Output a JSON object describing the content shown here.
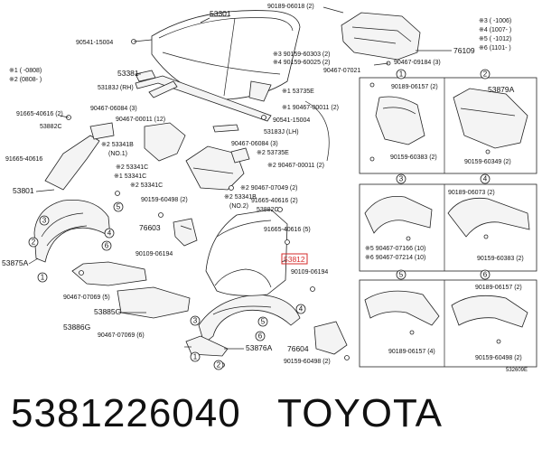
{
  "caption": {
    "part_number": "5381226040",
    "brand": "TOYOTA"
  },
  "labels": {
    "l53301": "53301",
    "l90189_06018": "90189-06018 (2)",
    "l90541_15004a": "90541-15004",
    "l53381": "53381",
    "l53183J_RH": "53183J (RH)",
    "l90467_06084_3": "90467-06084 (3)",
    "l90467_00011_12": "90467-00011 (12)",
    "l90159_60303": "※3 90159-60303 (2)",
    "l90159_60025": "※4 90159-60025 (2)",
    "l90467_07021": "90467-07021",
    "l90467_09184": "90467-09184 (3)",
    "l76109": "76109",
    "l53735E_1": "※1 53735E",
    "l90467_00011_2a": "※1 90467-00011 (2)",
    "l90541_15004b": "90541-15004",
    "l91665_40616_2a": "91665-40616 (2)",
    "l53882C_a": "53882C",
    "l53183J_LH": "53183J (LH)",
    "l90467_06084_3b": "90467-06084 (3)",
    "l53735E_2": "※2 53735E",
    "l90467_00011_2b": "※2 90467-00011 (2)",
    "l53341B": "※2 53341B",
    "l53341B_no1": "(NO.1)",
    "l53341C_a": "※2 53341C",
    "l53341C_b": "※1 53341C",
    "l53341C_c": "※2 53341C",
    "l91665_40616_b": "91665-40616",
    "l53801": "53801",
    "l90467_07049_a": "※2 90467-07049 (2)",
    "l53341B_2": "※2 53341B",
    "l53341B_no2": "(NO.2)",
    "l90159_60498_2": "90159-60498 (2)",
    "l91665_40616_2c": "91665-40616 (2)",
    "l53882C_b": "53882C",
    "l76603": "76603",
    "l91665_40616_5": "91665-40616 (5)",
    "l90109_06194_a": "90109-06194",
    "l53812": "53812",
    "l53875A": "53875A",
    "l90109_06194_b": "90109-06194",
    "l90467_07069_5": "90467-07069 (5)",
    "l53885G": "53885G",
    "l53886G": "53886G",
    "l90467_07069_6": "90467-07069 (6)",
    "l53876A": "53876A",
    "l76604": "76604",
    "l90159_60498_2b": "90159-60498 (2)",
    "legend_a1": "※1 (     -0808)",
    "legend_a2": "※2 (0808-     )",
    "legend_b3": "※3 (     -1006)",
    "legend_b4": "※4 (1007-     )",
    "legend_b5": "※5 (     -1012)",
    "legend_b6": "※6 (1101-     )",
    "p1_90189_06157": "90189-06157 (2)",
    "p1_90159_60383": "90159-60383 (2)",
    "p2_53879A": "53879A",
    "p2_90159_60349": "90159-60349 (2)",
    "p3_90189_06073": "90189-06073 (2)",
    "p3_90467_07166": "※5 90467-07166 (10)",
    "p3_90467_07214": "※6 90467-07214 (10)",
    "p3_90159_60383": "90159-60383 (2)",
    "p6_90189_06157": "90189-06157 (2)",
    "p5_90189_06157": "90189-06157 (4)",
    "p6_90159_60498": "90159-60498 (2)",
    "diagram_code": "532609E"
  },
  "circled_numbers": [
    "1",
    "2",
    "3",
    "4",
    "5",
    "6"
  ],
  "highlight_color": "#d62b2b"
}
